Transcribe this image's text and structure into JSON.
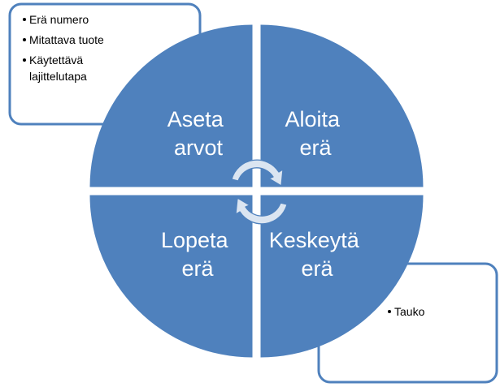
{
  "colors": {
    "quadrant_fill": "#4f81bd",
    "box_border": "#4f81bd",
    "box_fill": "#ffffff",
    "arrow_fill": "#dbe5f1",
    "arrow_stroke": "#4f81bd",
    "label_text": "#ffffff"
  },
  "quadrants": {
    "top_left": {
      "line1": "Aseta",
      "line2": "arvot"
    },
    "top_right": {
      "line1": "Aloita",
      "line2": "erä"
    },
    "bottom_left": {
      "line1": "Lopeta",
      "line2": "erä"
    },
    "bottom_right": {
      "line1": "Keskeytä",
      "line2": "erä"
    }
  },
  "top_left_box": {
    "bullets": [
      "Erä numero",
      "Mitattava tuote",
      "Käytettävä"
    ],
    "continuation": "lajittelutapa"
  },
  "bottom_right_box": {
    "bullets": [
      "Tauko"
    ]
  },
  "center_icon": "cycle-arrows-icon"
}
